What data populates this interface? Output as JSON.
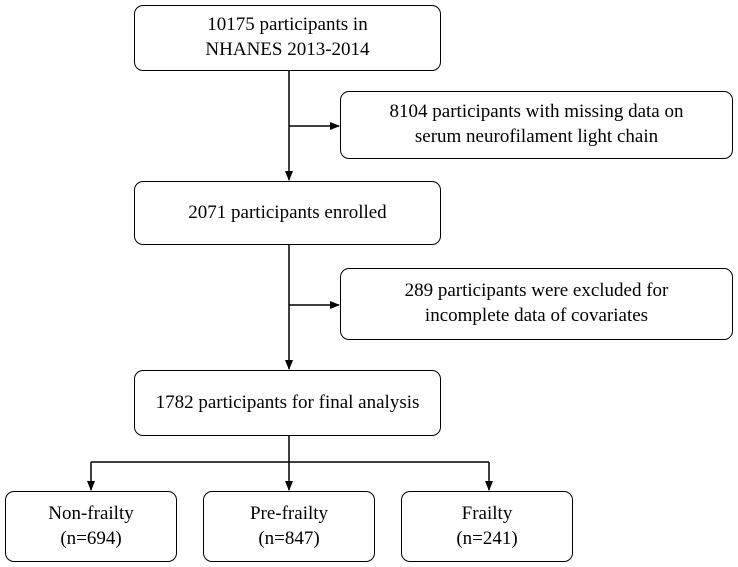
{
  "flow": {
    "start": {
      "line1": "10175 participants in",
      "line2": "NHANES 2013-2014"
    },
    "exclusion1": {
      "line1": "8104 participants with missing data on",
      "line2": "serum neurofilament light chain"
    },
    "enrolled": {
      "text": "2071 participants enrolled"
    },
    "exclusion2": {
      "line1": "289 participants were excluded for",
      "line2": "incomplete data of covariates"
    },
    "final": {
      "text": "1782 participants for final analysis"
    },
    "groups": [
      {
        "label": "Non-frailty",
        "count": "(n=694)"
      },
      {
        "label": "Pre-frailty",
        "count": "(n=847)"
      },
      {
        "label": "Frailty",
        "count": "(n=241)"
      }
    ]
  },
  "colors": {
    "line": "#000000",
    "box_border": "#000000",
    "background": "#ffffff"
  }
}
